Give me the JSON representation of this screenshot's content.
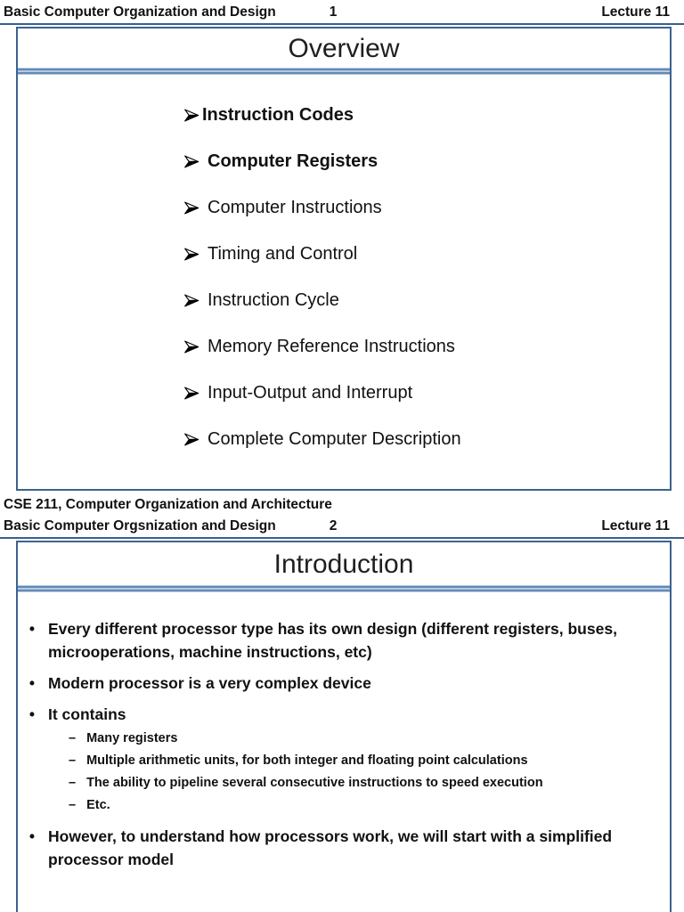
{
  "colors": {
    "border": "#3c6390",
    "rule": "#365f91",
    "div_med": "#6189b8",
    "div_light": "#b7c9e0"
  },
  "markers": {
    "dot": "•",
    "dash": "–"
  },
  "page1": {
    "header": {
      "left": "Basic Computer Organization and Design",
      "page_number": "1",
      "right": "Lecture 11"
    },
    "slide": {
      "title": "Overview",
      "items": [
        {
          "label": "Instruction Codes"
        },
        {
          "label": "Computer Registers"
        },
        {
          "label": "Computer Instructions"
        },
        {
          "label": "Timing and Control"
        },
        {
          "label": "Instruction Cycle"
        },
        {
          "label": "Memory Reference Instructions"
        },
        {
          "label": "Input-Output and Interrupt"
        },
        {
          "label": "Complete Computer Description"
        }
      ]
    },
    "footer": "CSE 211, Computer Organization and Architecture"
  },
  "page2": {
    "header": {
      "left": "Basic Computer Orgsnization and Design",
      "page_number": "2",
      "right": "Lecture 11"
    },
    "slide": {
      "title": "Introduction",
      "bullets": [
        {
          "text": "Every different processor type has its own design (different registers, buses, microoperations, machine instructions, etc)"
        },
        {
          "text": "Modern processor is a very complex device"
        },
        {
          "text": "It contains",
          "sub": [
            "Many registers",
            "Multiple arithmetic units, for both integer and floating point calculations",
            "The ability to pipeline several consecutive instructions to speed execution",
            "Etc."
          ]
        },
        {
          "text": "However, to understand how processors work, we will start with a simplified processor model"
        }
      ]
    }
  }
}
